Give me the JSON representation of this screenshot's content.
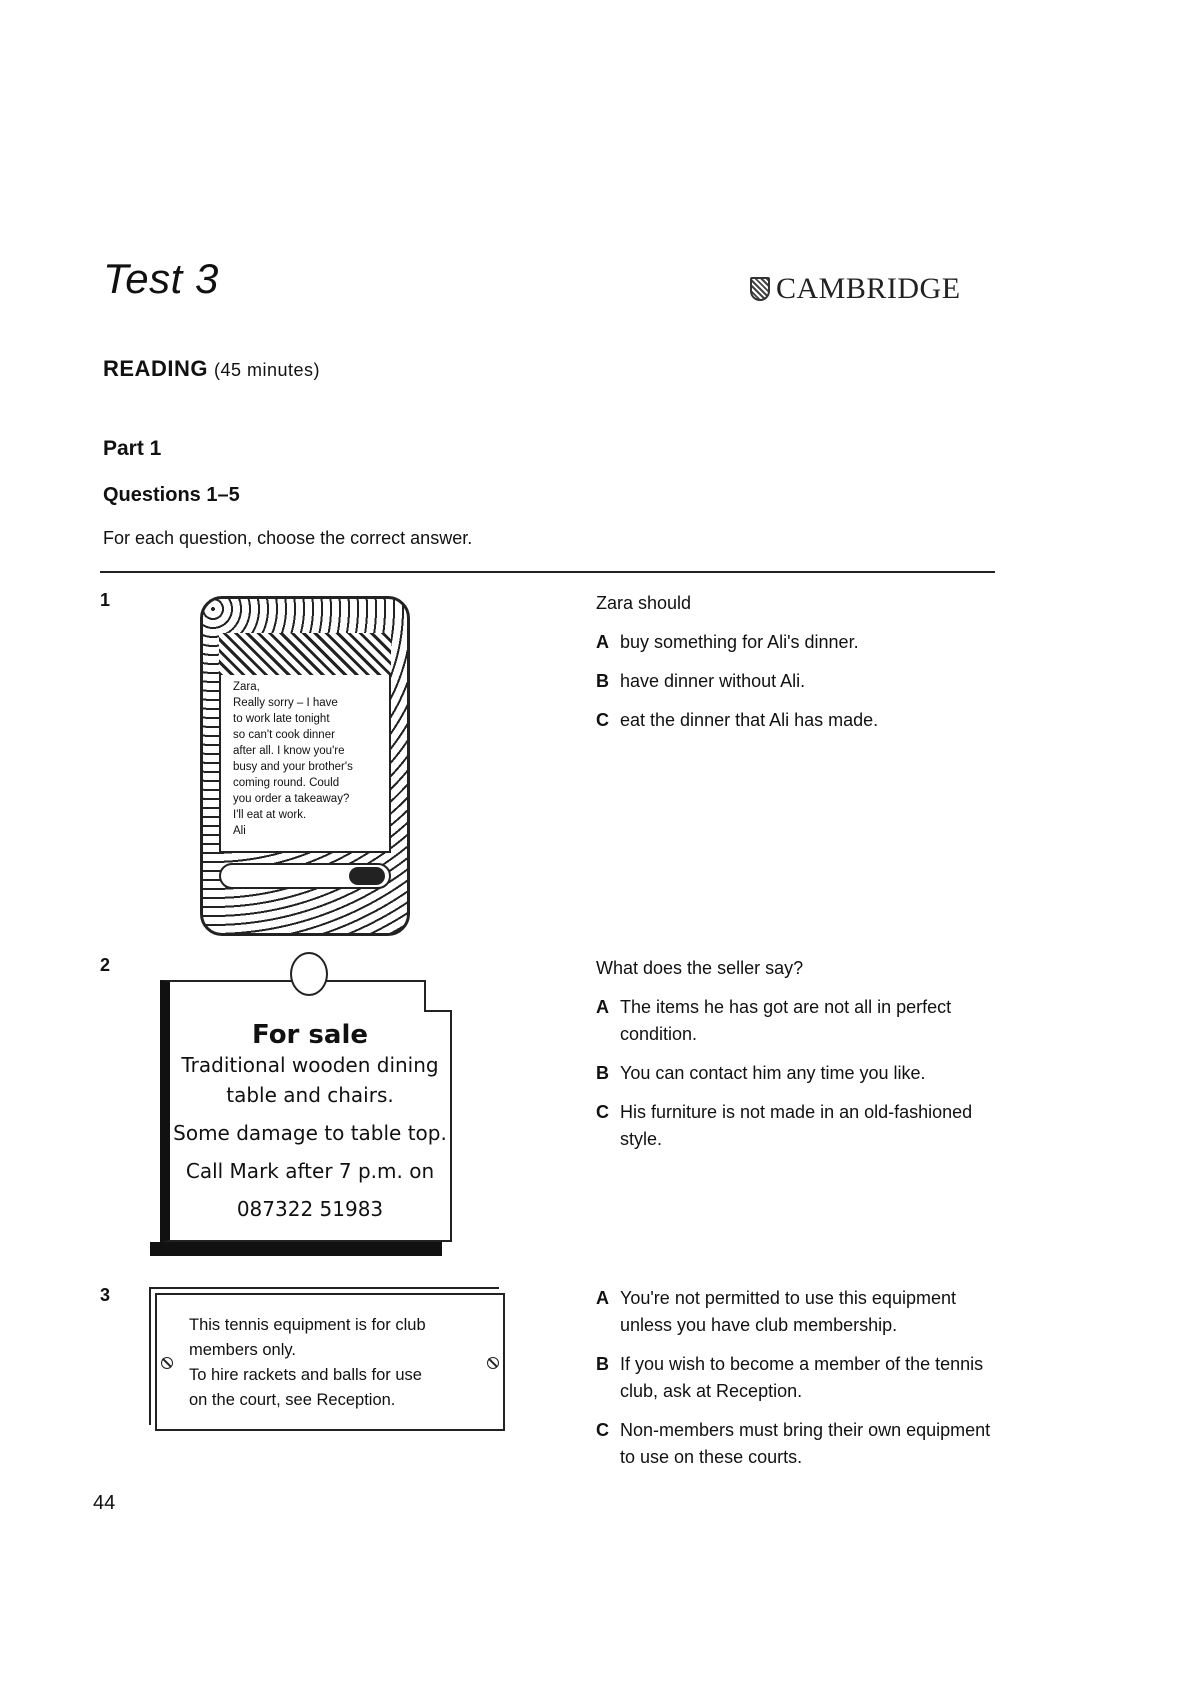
{
  "header": {
    "title": "Test 3",
    "brand": "CAMBRIDGE",
    "section": "READING",
    "duration": "(45 minutes)"
  },
  "part": {
    "title": "Part 1",
    "questions_range": "Questions 1–5",
    "instruction": "For each question, choose the correct answer."
  },
  "questions": [
    {
      "number": "1",
      "text_message": "Zara,\nReally sorry – I have\nto work late tonight\nso can't cook dinner\nafter all. I know you're\nbusy and your brother's\ncoming round. Could\nyou order a takeaway?\nI'll eat at work.\nAli",
      "stem": "Zara should",
      "options": [
        {
          "letter": "A",
          "text": "buy something for Ali's dinner."
        },
        {
          "letter": "B",
          "text": "have dinner without Ali."
        },
        {
          "letter": "C",
          "text": "eat the dinner that Ali has made."
        }
      ]
    },
    {
      "number": "2",
      "notice": {
        "title": "For sale",
        "lines": [
          "Traditional wooden dining",
          "table and chairs.",
          "Some damage to table top.",
          "Call Mark after 7 p.m. on",
          "087322 51983"
        ]
      },
      "stem": "What does the seller say?",
      "options": [
        {
          "letter": "A",
          "text": "The items he has got are not all in perfect condition."
        },
        {
          "letter": "B",
          "text": "You can contact him any time you like."
        },
        {
          "letter": "C",
          "text": "His furniture is not made in an old-fashioned style."
        }
      ]
    },
    {
      "number": "3",
      "sign": {
        "lines": [
          "This tennis equipment is for club",
          "members only.",
          "To hire rackets and balls for use",
          "on the court, see Reception."
        ]
      },
      "options": [
        {
          "letter": "A",
          "text": "You're not permitted to use this equipment unless you have club membership."
        },
        {
          "letter": "B",
          "text": "If you wish to become a member of the tennis club, ask at Reception."
        },
        {
          "letter": "C",
          "text": "Non-members must bring their own equipment to use on these courts."
        }
      ]
    }
  ],
  "footer": {
    "page_number": "44"
  }
}
